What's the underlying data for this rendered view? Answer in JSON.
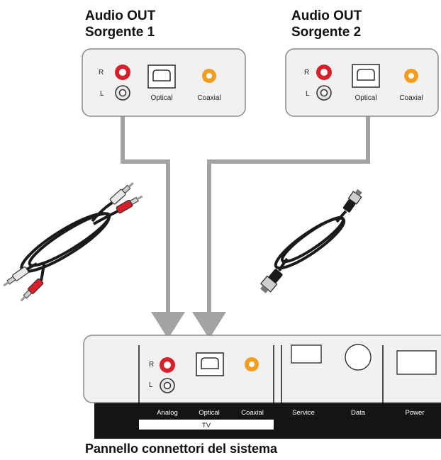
{
  "source1": {
    "title_line1": "Audio OUT",
    "title_line2": "Sorgente 1",
    "r_label": "R",
    "l_label": "L",
    "optical_label": "Optical",
    "coaxial_label": "Coaxial"
  },
  "source2": {
    "title_line1": "Audio OUT",
    "title_line2": "Sorgente 2",
    "r_label": "R",
    "l_label": "L",
    "optical_label": "Optical",
    "coaxial_label": "Coaxial"
  },
  "system_panel": {
    "r_label": "R",
    "l_label": "L",
    "labels": {
      "analog": "Analog",
      "optical": "Optical",
      "coaxial": "Coaxial",
      "service": "Service",
      "data": "Data",
      "power": "Power",
      "tv": "TV"
    },
    "caption": "Pannello connettori del sistema"
  },
  "colors": {
    "panel_fill": "#f0f1f0",
    "panel_stroke": "#8a8a8a",
    "cable_line": "#a3a3a3",
    "rca_red": "#d8202b",
    "rca_white": "#d6d6d6",
    "coaxial_orange": "#f39c1e",
    "label_bar": "#141414"
  },
  "icons": [
    "rca-red-jack",
    "rca-white-jack",
    "optical-port",
    "coaxial-jack",
    "rca-cable",
    "optical-cable",
    "arrow-down"
  ]
}
